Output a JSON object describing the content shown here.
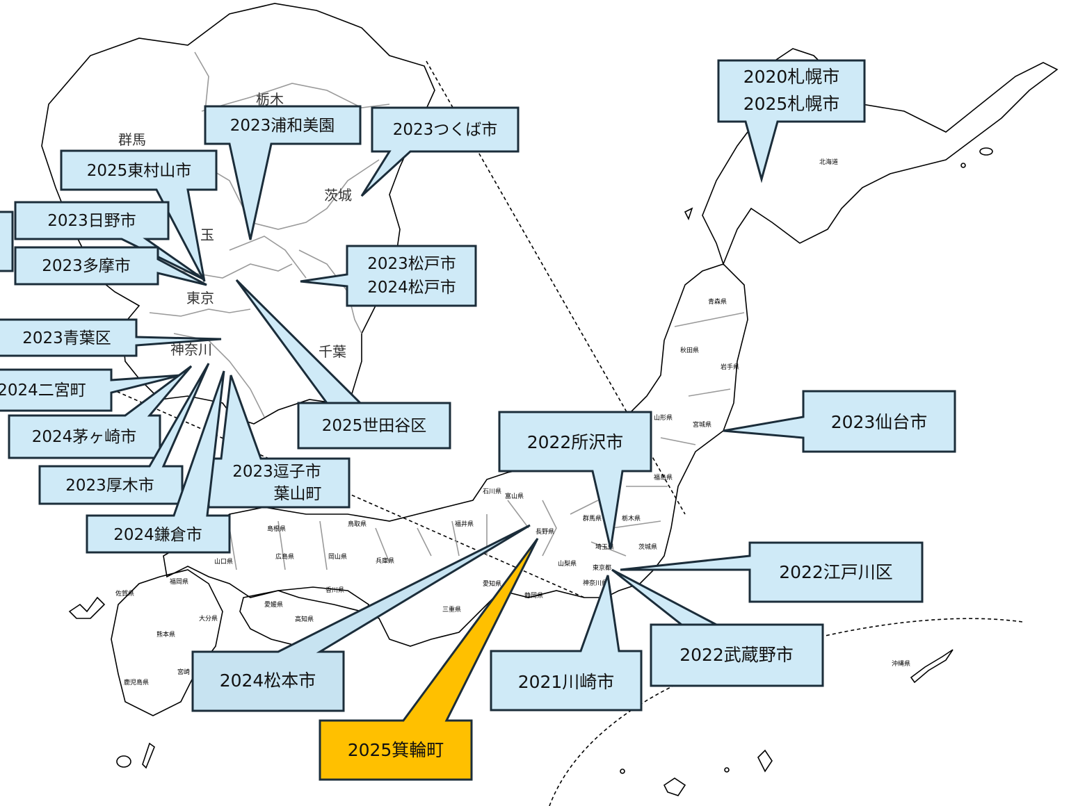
{
  "kanto_labels": {
    "tochigi": "栃木",
    "gunma": "群馬",
    "ibaraki": "茨城",
    "saitama": "玉",
    "tokyo": "東京",
    "kanagawa": "神奈川",
    "chiba": "千葉"
  },
  "pref_labels": {
    "hokkaido": "北海道",
    "aomori": "青森県",
    "akita": "秋田県",
    "iwate": "岩手県",
    "yamagata": "山形県",
    "miyagi": "宮城県",
    "fukushima": "福島県",
    "toyama": "富山県",
    "ishikawa": "石川県",
    "fukui": "福井県",
    "gunma": "群馬県",
    "tochigi": "栃木県",
    "nagano": "長野県",
    "ibaraki": "茨城県",
    "saitama": "埼玉県",
    "yamanashi": "山梨県",
    "tokyo": "東京都",
    "kanagawa": "神奈川県",
    "shizuoka": "静岡県",
    "aichi": "愛知県",
    "mie": "三重県",
    "tottori": "鳥取県",
    "shimane": "島根県",
    "hiroshima": "広島県",
    "okayama": "岡山県",
    "hyogo": "兵庫県",
    "yamaguchi": "山口県",
    "ehime": "愛媛県",
    "kagawa": "香川県",
    "kochi": "高知県",
    "fukuoka": "福岡県",
    "saga": "佐賀県",
    "oita": "大分県",
    "kumamoto": "熊本県",
    "miyazaki": "宮崎",
    "kagoshima": "鹿児島県",
    "okinawa": "沖縄県"
  },
  "callouts": {
    "sapporo": {
      "line1": "2020札幌市",
      "line2": "2025札幌市"
    },
    "sendai": {
      "line1": "2023仙台市"
    },
    "tokorozawa": {
      "line1": "2022所沢市"
    },
    "edogawa": {
      "line1": "2022江戸川区"
    },
    "musashino": {
      "line1": "2022武蔵野市"
    },
    "kawasaki": {
      "line1": "2021川崎市"
    },
    "matsumoto": {
      "line1": "2024松本市"
    },
    "minowa": {
      "line1": "2025箕輪町"
    },
    "urawa_misono": {
      "line1": "2023浦和美園"
    },
    "tsukuba": {
      "line1": "2023つくば市"
    },
    "higashimurayama": {
      "line1": "2025東村山市"
    },
    "hino": {
      "line1": "2023日野市"
    },
    "tama": {
      "line1": "2023多摩市"
    },
    "matsudo": {
      "line1": "2023松戸市",
      "line2": "2024松戸市"
    },
    "aoba": {
      "line1": "2023青葉区"
    },
    "setagaya": {
      "line1": "2025世田谷区"
    },
    "ninomiya": {
      "line1": "2024二宮町"
    },
    "chigasaki": {
      "line1": "2024茅ヶ崎市"
    },
    "atsugi": {
      "line1": "2023厚木市"
    },
    "zushi_hayama": {
      "line1": "2023逗子市",
      "line2": "葉山町"
    },
    "kamakura": {
      "line1": "2024鎌倉市"
    }
  },
  "colors": {
    "callout_fill": "#cfeaf7",
    "callout_highlight_fill": "#ffc000",
    "callout_border": "#1b2d3a"
  }
}
